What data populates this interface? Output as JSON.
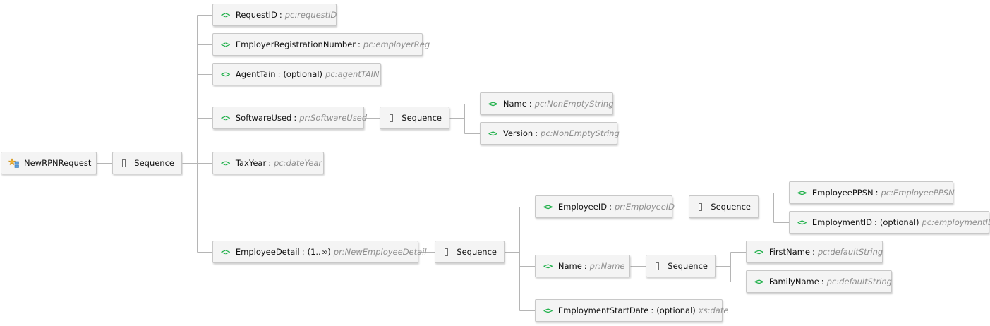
{
  "root": {
    "name": "NewRPNRequest",
    "icon": "global-element-icon"
  },
  "sequence_label": "Sequence",
  "level1": [
    {
      "name": "RequestID",
      "optional": "",
      "type": "pc:requestID"
    },
    {
      "name": "EmployerRegistrationNumber",
      "optional": "",
      "type": "pc:employerReg"
    },
    {
      "name": "AgentTain",
      "optional": "(optional)",
      "type": "pc:agentTAIN"
    },
    {
      "name": "SoftwareUsed",
      "optional": "",
      "type": "pr:SoftwareUsed"
    },
    {
      "name": "TaxYear",
      "optional": "",
      "type": "pc:dateYear"
    },
    {
      "name": "EmployeeDetail",
      "optional": "(1..∞)",
      "type": "pr:NewEmployeeDetail"
    }
  ],
  "software_children": [
    {
      "name": "Name",
      "optional": "",
      "type": "pc:NonEmptyString"
    },
    {
      "name": "Version",
      "optional": "",
      "type": "pc:NonEmptyString"
    }
  ],
  "employee_children": [
    {
      "name": "EmployeeID",
      "optional": "",
      "type": "pr:EmployeeID"
    },
    {
      "name": "Name",
      "optional": "",
      "type": "pr:Name"
    },
    {
      "name": "EmploymentStartDate",
      "optional": "(optional)",
      "type": "xs:date"
    }
  ],
  "employeeid_children": [
    {
      "name": "EmployeePPSN",
      "optional": "",
      "type": "pc:EmployeePPSN"
    },
    {
      "name": "EmploymentID",
      "optional": "(optional)",
      "type": "pc:employmentID"
    }
  ],
  "name_children": [
    {
      "name": "FirstName",
      "optional": "",
      "type": "pc:defaultString"
    },
    {
      "name": "FamilyName",
      "optional": "",
      "type": "pc:defaultString"
    }
  ],
  "colors": {
    "element_icon": "#22b14c",
    "type_text": "#8e8e8e",
    "connector": "#b5b5b5",
    "node_bg": "#f4f4f4"
  }
}
